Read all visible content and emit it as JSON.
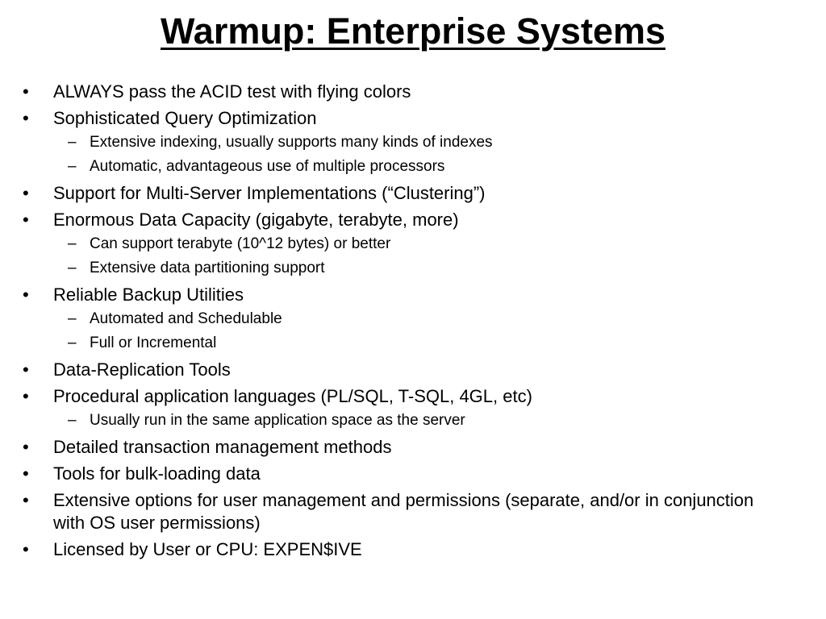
{
  "slide": {
    "title": "Warmup:  Enterprise Systems",
    "bullet_marker": "•",
    "sub_marker": "–",
    "items": [
      {
        "text": "ALWAYS pass the ACID test with flying colors"
      },
      {
        "text": "Sophisticated Query Optimization",
        "subitems": [
          "Extensive indexing, usually supports many kinds of indexes",
          "Automatic, advantageous use of multiple processors"
        ]
      },
      {
        "text": "Support for Multi-Server Implementations (“Clustering”)"
      },
      {
        "text": "Enormous Data Capacity (gigabyte, terabyte, more)",
        "subitems": [
          "Can support terabyte (10^12 bytes) or better",
          "Extensive data partitioning support"
        ]
      },
      {
        "text": "Reliable Backup Utilities",
        "subitems": [
          "Automated and Schedulable",
          "Full or Incremental"
        ]
      },
      {
        "text": "Data-Replication Tools"
      },
      {
        "text": "Procedural application languages (PL/SQL, T-SQL, 4GL, etc)",
        "subitems": [
          "Usually run in the same application space as the server"
        ]
      },
      {
        "text": "Detailed transaction management methods"
      },
      {
        "text": "Tools for bulk-loading data"
      },
      {
        "text": "Extensive options for user management and permissions (separate, and/or in conjunction with OS user permissions)"
      },
      {
        "text": "Licensed by User or CPU: EXPEN$IVE"
      }
    ]
  }
}
